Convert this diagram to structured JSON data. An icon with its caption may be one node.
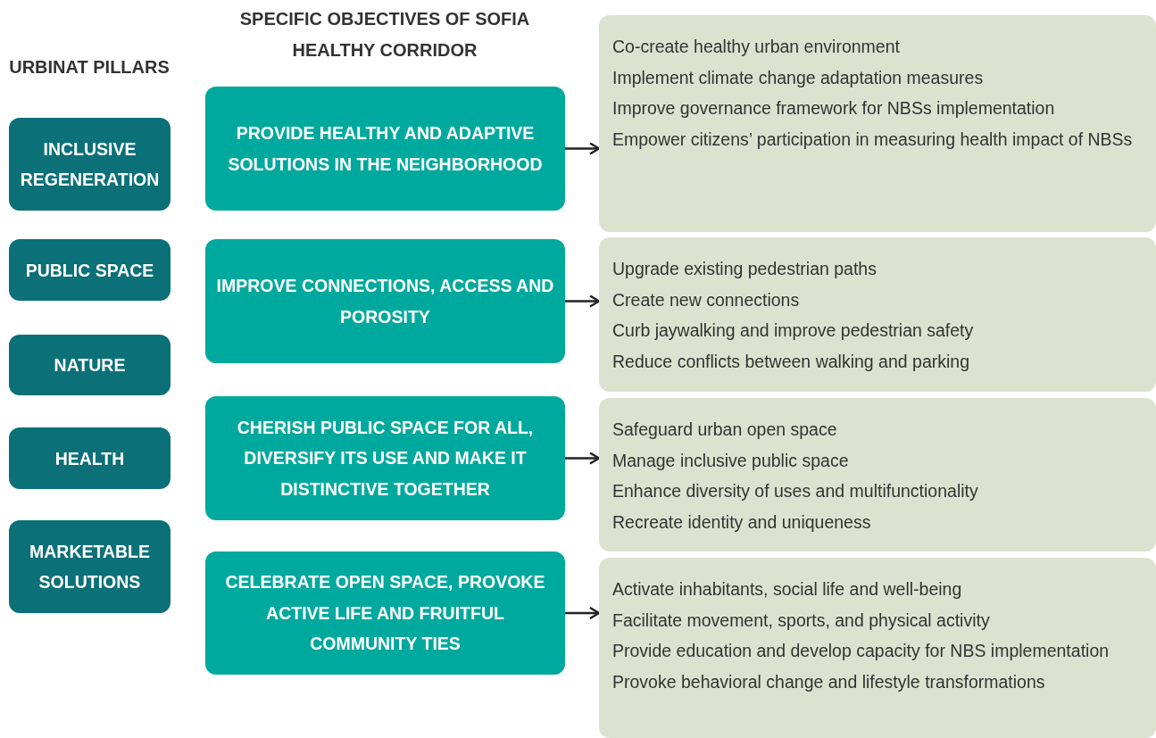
{
  "diagram": {
    "nodes": [
      {
        "text": [
          "INCLUSIVE REGENERATION"
        ]
      },
      {
        "text": [
          "PUBLIC SPACE"
        ]
      },
      {
        "text": [
          "NATURE"
        ]
      },
      {
        "text": [
          "HEALTH"
        ]
      },
      {
        "text": [
          "MARKETABLE SOLUTIONS"
        ]
      },
      {
        "text": [
          "PROVIDE HEALTHY AND ADAPTIVE SOLUTIONS IN THE NEIGHBORHOOD"
        ]
      },
      {
        "text": [
          "IMPROVE CONNECTIONS, ACCESS AND POROSITY"
        ]
      },
      {
        "text": [
          "CHERISH PUBLIC SPACE FOR ALL, DIVERSIFY ITS USE AND MAKE IT DISTINCTIVE TOGETHER"
        ]
      },
      {
        "text": [
          "CELEBRATE OPEN SPACE, PROVOKE ACTIVE LIFE AND FRUITFUL COMMUNITY TIES"
        ]
      },
      {
        "text": [
          "Co-create healthy urban environment",
          "Implement climate change adaptation measures",
          "Improve governance framework for NBSs implementation",
          "Empower citizens’ participation in measuring health impact of NBSs"
        ]
      },
      {
        "text": [
          "Upgrade existing pedestrian paths",
          "Create new connections",
          "Curb jaywalking and improve pedestrian safety",
          "Reduce conflicts between walking and parking"
        ]
      },
      {
        "text": [
          "Safeguard urban open space",
          "Manage inclusive public space",
          "Enhance diversity of uses and multifunctionality",
          "Recreate identity and uniqueness"
        ]
      },
      {
        "text": [
          "Activate inhabitants, social life and well-being",
          "Facilitate movement, sports, and physical activity",
          "Provide education and develop capacity for NBS implementation",
          "Provoke behavioral change and lifestyle transformations"
        ]
      }
    ],
    "edges": [
      {
        "from": 5,
        "to": 9,
        "arrow": "to"
      },
      {
        "from": 6,
        "to": 10,
        "arrow": "to"
      },
      {
        "from": 7,
        "to": 11,
        "arrow": "to"
      },
      {
        "from": 8,
        "to": 12,
        "arrow": "to"
      }
    ],
    "labels": [
      "URBINAT PILLARS",
      "SPECIFIC OBJECTIVES OF SOFIA HEALTHY CORRIDOR"
    ]
  }
}
